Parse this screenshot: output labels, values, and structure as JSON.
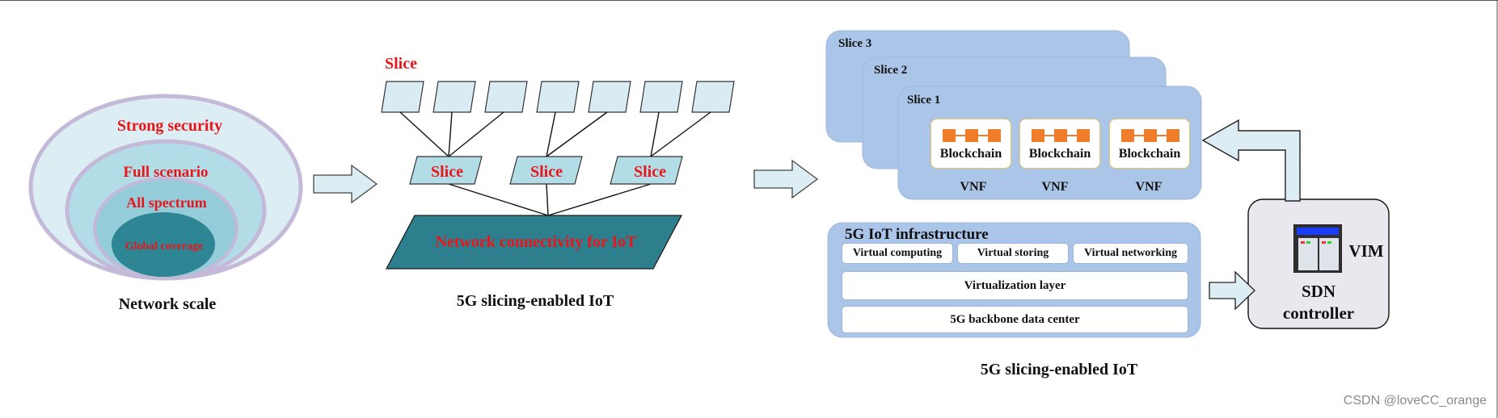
{
  "panel1": {
    "rings": [
      "Strong security",
      "Full scenario",
      "All spectrum",
      "Global coverage"
    ],
    "caption": "Network scale"
  },
  "panel2": {
    "top_label": "Slice",
    "slices": [
      "Slice",
      "Slice",
      "Slice"
    ],
    "network_label": "Network connectivity for IoT",
    "caption": "5G slicing-enabled IoT"
  },
  "panel3": {
    "slice_titles": [
      "Slice 3",
      "Slice 2",
      "Slice 1"
    ],
    "blockchain_labels": [
      "Blockchain",
      "Blockchain",
      "Blockchain"
    ],
    "vnf_labels": [
      "VNF",
      "VNF",
      "VNF"
    ],
    "infra_title": "5G IoT infrastructure",
    "virtual_items": [
      "Virtual computing",
      "Virtual storing",
      "Virtual networking"
    ],
    "virtualization_layer": "Virtualization layer",
    "backbone": "5G backbone data center",
    "caption": "5G slicing-enabled IoT",
    "vim_label": "VIM",
    "sdn_label_line1": "SDN",
    "sdn_label_line2": "controller"
  },
  "watermark": "CSDN @loveCC_orange",
  "colors": {
    "red_text": "#e8161b",
    "ring_outer": "#dceef3",
    "ring_mid": "#b3dde6",
    "ring_inner": "#94ccd9",
    "ring_core": "#2e8593",
    "ring_border": "#c4b9d8",
    "slice_fill": "#d9ecf3",
    "network_fill": "#2d7f8d",
    "panel_blue": "#a7c3e6",
    "panel_blue_light": "#c2d6ee",
    "arrow_fill": "#dceef3",
    "sdn_fill": "#e9e8ef",
    "node_orange": "#ef7d2b"
  }
}
